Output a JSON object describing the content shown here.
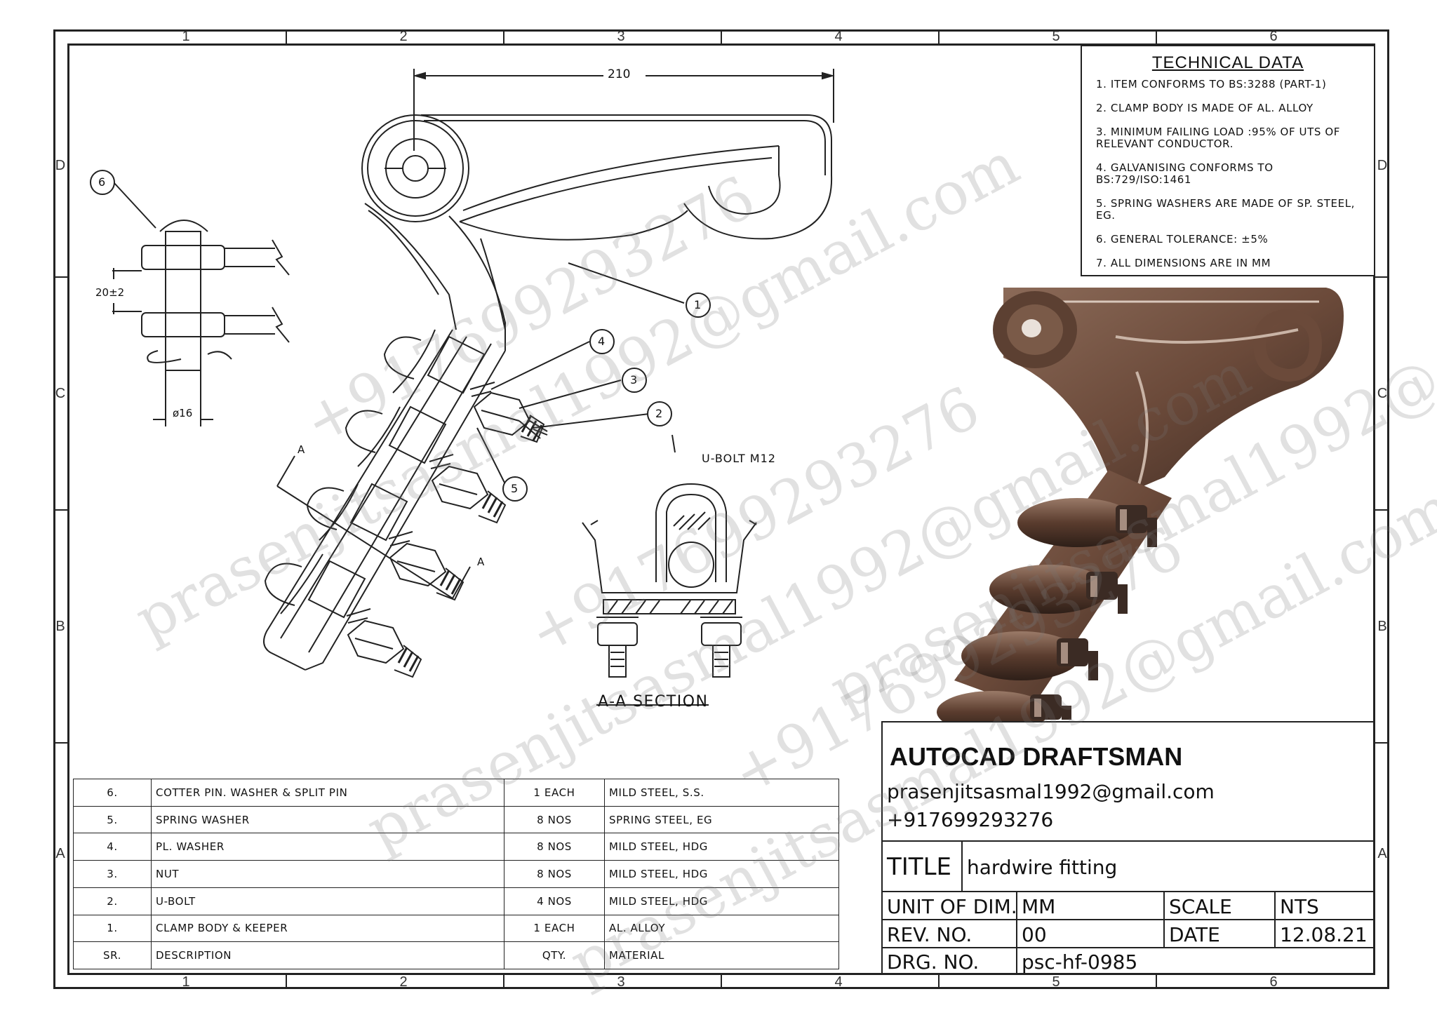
{
  "zones": {
    "top": [
      "1",
      "2",
      "3",
      "4",
      "5",
      "6"
    ],
    "side": [
      "D",
      "C",
      "B",
      "A"
    ]
  },
  "technical_data": {
    "title": "TECHNICAL DATA",
    "items": [
      "1. ITEM CONFORMS TO BS:3288 (PART-1)",
      "2. CLAMP BODY IS MADE OF AL. ALLOY",
      "3. MINIMUM FAILING LOAD :95% OF UTS OF RELEVANT CONDUCTOR.",
      "4. GALVANISING CONFORMS TO BS:729/ISO:1461",
      "5. SPRING WASHERS ARE MADE OF SP. STEEL, EG.",
      "6. GENERAL TOLERANCE: ±5%",
      "7. ALL DIMENSIONS ARE IN MM"
    ]
  },
  "drawing": {
    "dim_top": "210",
    "dim_pin": "20±2",
    "dim_dia": "ø16",
    "ubolt_label": "U-BOLT M12",
    "section_marker": "A",
    "section_title": "A-A SECTION",
    "balloons": [
      "1",
      "2",
      "3",
      "4",
      "5",
      "6"
    ]
  },
  "bom": {
    "rows": [
      [
        "6.",
        "COTTER PIN. WASHER & SPLIT PIN",
        "1 EACH",
        "MILD STEEL, S.S."
      ],
      [
        "5.",
        "SPRING WASHER",
        "8 NOS",
        "SPRING STEEL, EG"
      ],
      [
        "4.",
        "PL. WASHER",
        "8 NOS",
        "MILD STEEL, HDG"
      ],
      [
        "3.",
        "NUT",
        "8 NOS",
        "MILD STEEL, HDG"
      ],
      [
        "2.",
        "U-BOLT",
        "4 NOS",
        "MILD STEEL, HDG"
      ],
      [
        "1.",
        "CLAMP BODY & KEEPER",
        "1 EACH",
        "AL. ALLOY"
      ],
      [
        "SR.",
        "DESCRIPTION",
        "QTY.",
        "MATERIAL"
      ]
    ]
  },
  "title_block": {
    "name": "AUTOCAD DRAFTSMAN",
    "email": "prasenjitsasmal1992@gmail.com",
    "phone": "+917699293276",
    "title_label": "TITLE",
    "title_value": "hardwire fitting",
    "unit_label": "UNIT OF DIM.",
    "unit_value": "MM",
    "scale_label": "SCALE",
    "scale_value": "NTS",
    "rev_label": "REV. NO.",
    "rev_value": "00",
    "date_label": "DATE",
    "date_value": "12.08.21",
    "drg_label": "DRG. NO.",
    "drg_value": "psc-hf-0985"
  },
  "watermarks": [
    "prasenjitsasmal1992@gmail.com",
    "+917699293276",
    "prasenjitsasmal1992@gmail.com",
    "+917699293276",
    "prasenjitsasmal1992@gmail.com",
    "+917699293276",
    "prasenjitsasmal1992@gmail.com"
  ],
  "colors": {
    "render_body": "#6b4a3a",
    "render_highlight": "#c9b4a6",
    "render_shadow": "#3a2820",
    "line": "#222222"
  }
}
